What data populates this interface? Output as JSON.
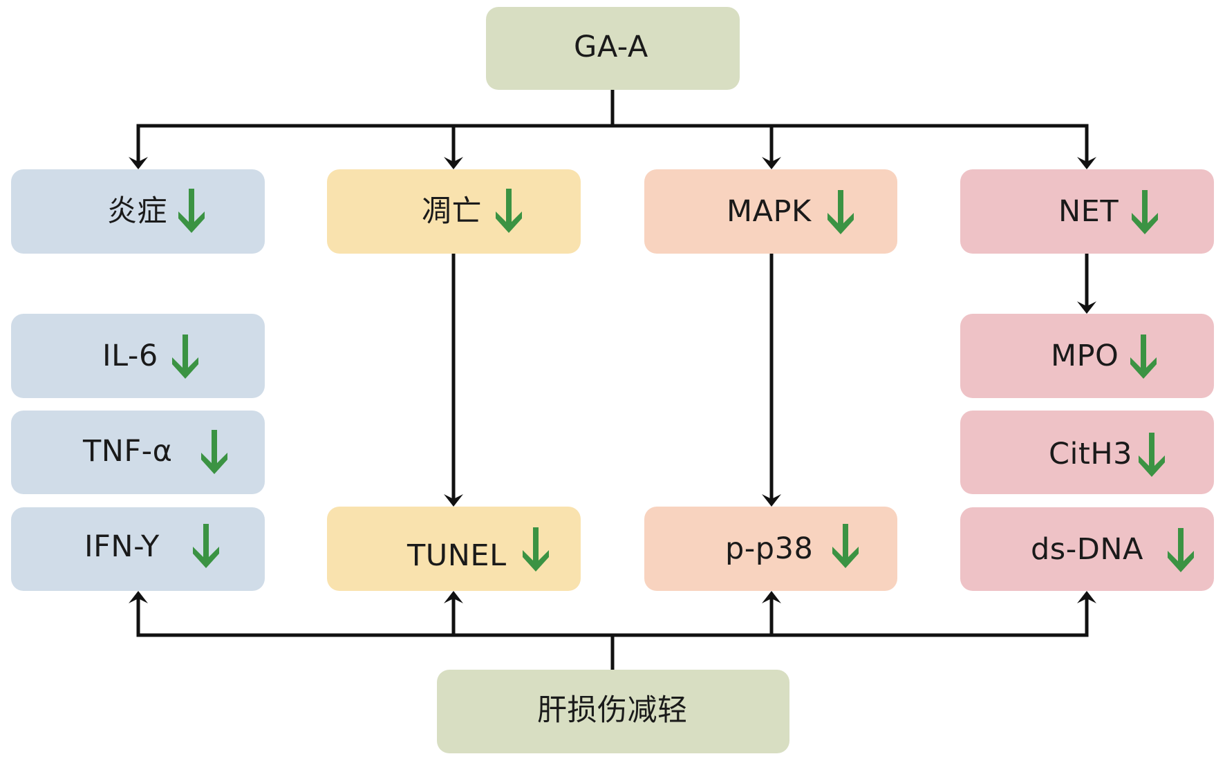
{
  "diagram": {
    "top_node": {
      "label": "GA-A"
    },
    "bottom_node": {
      "label": "肝损伤减轻"
    },
    "categories": [
      {
        "label": "炎症",
        "trend": "down",
        "color": "#d0dce8"
      },
      {
        "label": "凋亡",
        "trend": "down",
        "color": "#f9e2ae"
      },
      {
        "label": "MAPK",
        "trend": "down",
        "color": "#f8d3bf"
      },
      {
        "label": "NET",
        "trend": "down",
        "color": "#eec2c6"
      }
    ],
    "markers": {
      "inflammation": [
        {
          "label": "IL-6",
          "trend": "down"
        },
        {
          "label": "TNF-α",
          "trend": "down"
        },
        {
          "label": "IFN-Y",
          "trend": "down"
        }
      ],
      "apoptosis": [
        {
          "label": "TUNEL",
          "trend": "down"
        }
      ],
      "mapk": [
        {
          "label": "p-p38",
          "trend": "down"
        }
      ],
      "net": [
        {
          "label": "MPO",
          "trend": "down"
        },
        {
          "label": "CitH3",
          "trend": "down"
        },
        {
          "label": "ds-DNA",
          "trend": "down"
        }
      ]
    },
    "colors": {
      "top_bottom_node": "#d8dec2",
      "decrease_arrow": "#3b9343",
      "connector": "#111111"
    }
  }
}
